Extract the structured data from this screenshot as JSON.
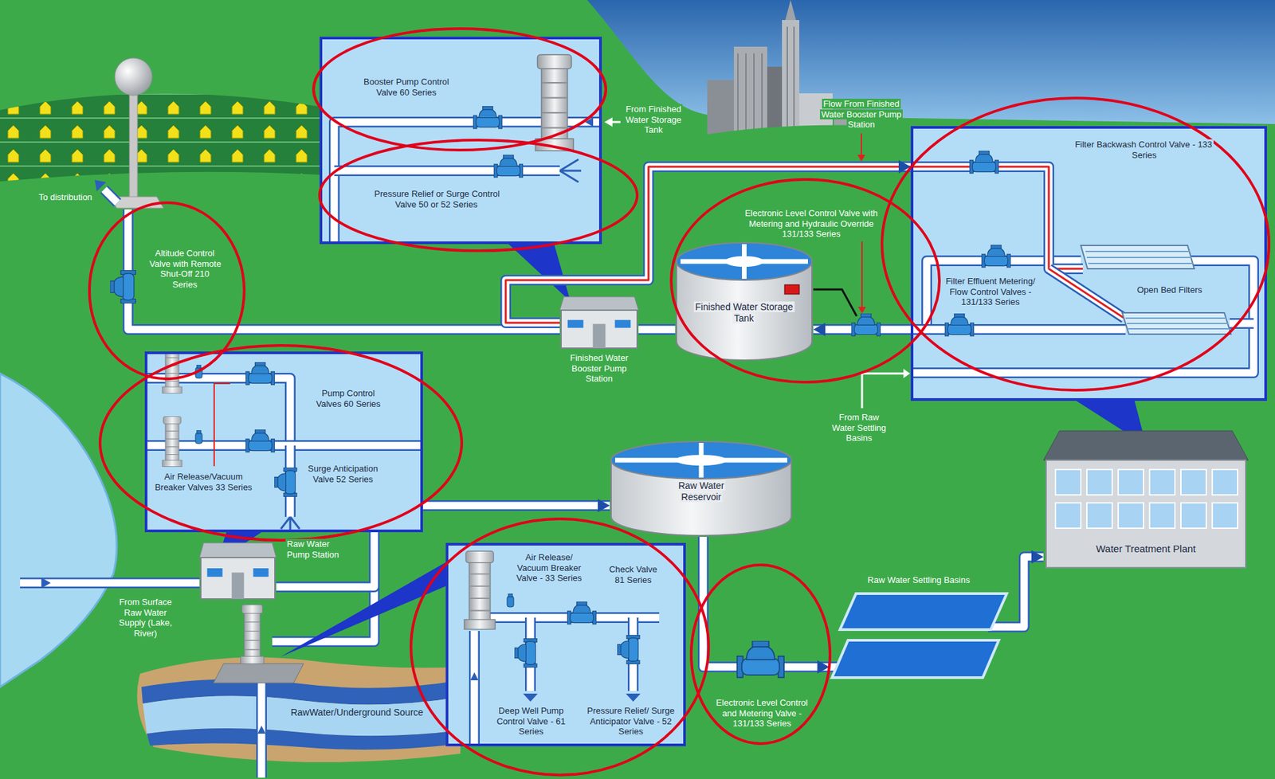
{
  "diagram": {
    "nodes": [
      {
        "text": [
          "Booster Pump Control Valve 60 Series",
          "Pressure Relief or Surge Control Valve 50 or 52 Series"
        ]
      },
      {
        "text": [
          "Filter Backwash Control Valve - 133 Series",
          "Filter Effluent Metering/ Flow Control Valves - 131/133 Series",
          "Open Bed Filters"
        ]
      },
      {
        "text": [
          "Finished Water Storage Tank"
        ]
      },
      {
        "text": [
          "Finished Water Booster Pump Station"
        ]
      },
      {
        "text": [
          "Pump Control Valves 60 Series",
          "Air Release/Vacuum Breaker Valves 33 Series",
          "Surge Anticipation Valve 52 Series"
        ]
      },
      {
        "text": [
          "Raw Water Pump Station"
        ]
      },
      {
        "text": [
          "Raw Water Reservoir"
        ]
      },
      {
        "text": [
          "Water Treatment Plant"
        ]
      },
      {
        "text": [
          "Air Release/ Vacuum Breaker Valve - 33 Series",
          "Check Valve 81 Series",
          "Deep Well Pump Control Valve - 61 Series",
          "Pressure Relief/ Surge Anticipator Valve - 52 Series"
        ]
      },
      {
        "text": [
          "Raw Water Settling Basins"
        ]
      }
    ],
    "edges": [
      {
        "from": 1,
        "to": 2,
        "arrow": "to"
      },
      {
        "from": 2,
        "to": 3,
        "arrow": "none"
      },
      {
        "from": 3,
        "to": 1,
        "arrow": "to"
      },
      {
        "from": 5,
        "to": 6,
        "arrow": "to"
      },
      {
        "from": 6,
        "to": 9,
        "arrow": "to"
      },
      {
        "from": 9,
        "to": 7,
        "arrow": "to"
      }
    ],
    "labels": [
      "To distribution",
      "Altitude Control Valve with Remote Shut-Off 210 Series",
      "From Finished Water Storage Tank",
      "Flow From Finished Water Booster Pump Station",
      "Electronic Level Control Valve with Metering and Hydraulic Override 131/133 Series",
      "From Raw Water Settling Basins",
      "From Surface Raw Water Supply (Lake, River)",
      "RawWater/Underground Source",
      "Electronic Level Control and Metering Valve - 131/133 Series"
    ]
  }
}
